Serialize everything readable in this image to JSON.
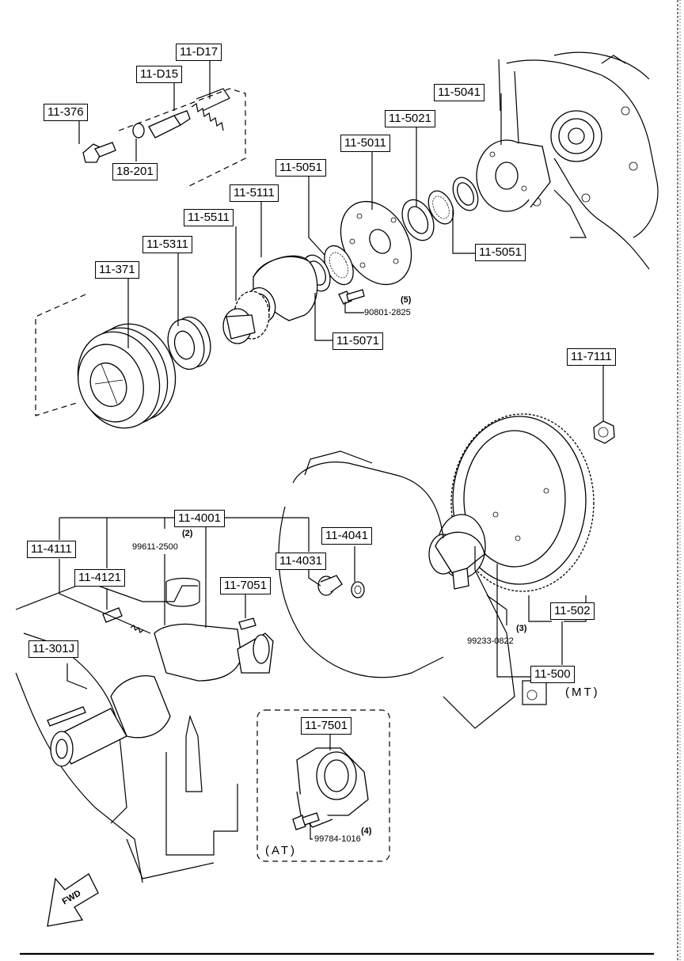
{
  "labels": {
    "d17": "11-D17",
    "d15": "11-D15",
    "p376": "11-376",
    "p18201": "18-201",
    "p5041": "11-5041",
    "p5021": "11-5021",
    "p5011": "11-5011",
    "p5051a": "11-5051",
    "p5111": "11-5111",
    "p5511": "11-5511",
    "p5311": "11-5311",
    "p371": "11-371",
    "p5051b": "11-5051",
    "p5071": "11-5071",
    "p7111": "11-7111",
    "p4001": "11-4001",
    "p4041": "11-4041",
    "p4111": "11-4111",
    "p4031": "11-4031",
    "p4121": "11-4121",
    "p7051": "11-7051",
    "p301j": "11-301J",
    "p502": "11-502",
    "p500": "11-500",
    "p7501": "11-7501"
  },
  "notes": {
    "bolt_90801": "90801-2825",
    "qty_90801": "(5)",
    "pin_99611": "99611-2500",
    "qty_99611": "(2)",
    "bolt_99233": "99233-0822",
    "qty_99233": "(3)",
    "bolt_99784": "99784-1016",
    "qty_99784": "(4)"
  },
  "tags": {
    "mt": "(MT)",
    "at": "(AT)",
    "fwd": "FWD"
  },
  "icons": {
    "fwd_arrow": "fwd-arrow-icon"
  }
}
